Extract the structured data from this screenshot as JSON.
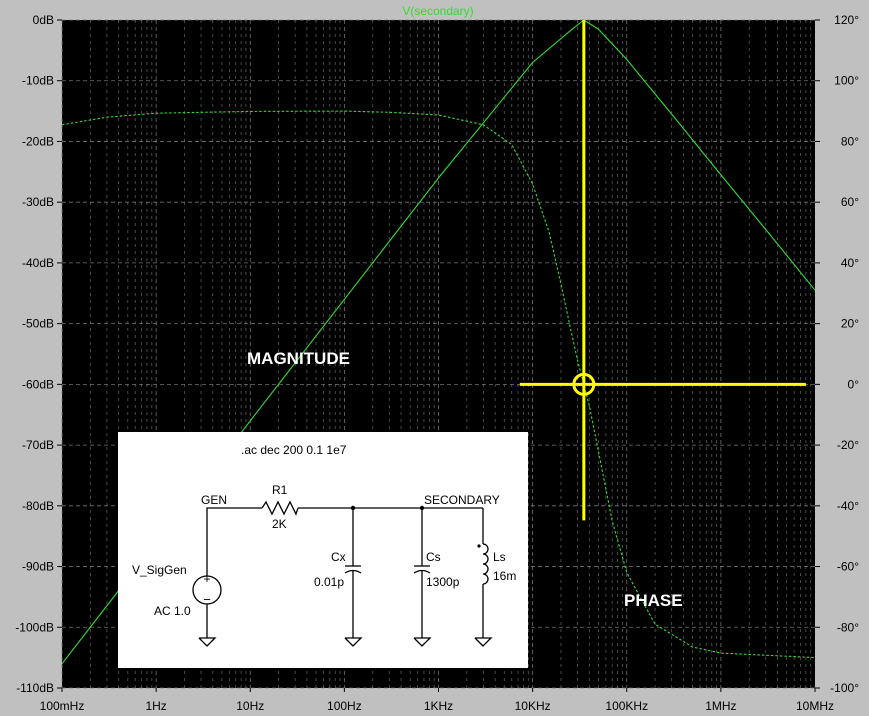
{
  "colors": {
    "frame": "#c0c0c0",
    "plot_bg": "#000000",
    "trace": "#33dd33",
    "cursor": "#ffff00",
    "grid": "#808080",
    "schematic_bg": "#ffffff"
  },
  "chart_data": {
    "type": "line",
    "title": "V(secondary)",
    "x_scale": "log",
    "xlim": [
      0.1,
      10000000
    ],
    "x_ticks": [
      {
        "value": 0.1,
        "label": "100mHz"
      },
      {
        "value": 1,
        "label": "1Hz"
      },
      {
        "value": 10,
        "label": "10Hz"
      },
      {
        "value": 100,
        "label": "100Hz"
      },
      {
        "value": 1000,
        "label": "1KHz"
      },
      {
        "value": 10000,
        "label": "10KHz"
      },
      {
        "value": 100000,
        "label": "100KHz"
      },
      {
        "value": 1000000,
        "label": "1MHz"
      },
      {
        "value": 10000000,
        "label": "10MHz"
      }
    ],
    "y_left": {
      "ylim": [
        -110,
        0
      ],
      "ticks": [
        "0dB",
        "-10dB",
        "-20dB",
        "-30dB",
        "-40dB",
        "-50dB",
        "-60dB",
        "-70dB",
        "-80dB",
        "-90dB",
        "-100dB",
        "-110dB"
      ],
      "tick_values": [
        0,
        -10,
        -20,
        -30,
        -40,
        -50,
        -60,
        -70,
        -80,
        -90,
        -100,
        -110
      ]
    },
    "y_right": {
      "ylim": [
        -100,
        120
      ],
      "ticks": [
        "120°",
        "100°",
        "80°",
        "60°",
        "40°",
        "20°",
        "0°",
        "-20°",
        "-40°",
        "-60°",
        "-80°",
        "-100°"
      ],
      "tick_values": [
        120,
        100,
        80,
        60,
        40,
        20,
        0,
        -20,
        -40,
        -60,
        -80,
        -100
      ]
    },
    "grid": true,
    "series": [
      {
        "axis": "left",
        "style": "solid",
        "points": [
          [
            0.1,
            -106
          ],
          [
            1,
            -86
          ],
          [
            10,
            -66
          ],
          [
            100,
            -46
          ],
          [
            1000,
            -26
          ],
          [
            10000,
            -7
          ],
          [
            25000,
            -1.8
          ],
          [
            35000,
            0
          ],
          [
            50000,
            -1.5
          ],
          [
            100000,
            -6.5
          ],
          [
            300000,
            -15.5
          ],
          [
            1000000,
            -25.5
          ],
          [
            3000000,
            -34.5
          ],
          [
            10000000,
            -44.5
          ]
        ]
      },
      {
        "axis": "right",
        "style": "dashed",
        "points": [
          [
            0.1,
            85.5
          ],
          [
            0.3,
            88
          ],
          [
            1,
            89.3
          ],
          [
            10,
            89.9
          ],
          [
            100,
            90
          ],
          [
            300,
            89.6
          ],
          [
            1000,
            88.7
          ],
          [
            3000,
            85.5
          ],
          [
            6000,
            79
          ],
          [
            10000,
            66
          ],
          [
            15000,
            50
          ],
          [
            20000,
            33
          ],
          [
            25000,
            19
          ],
          [
            30000,
            8
          ],
          [
            35000,
            0
          ],
          [
            40000,
            -7
          ],
          [
            50000,
            -22
          ],
          [
            70000,
            -45
          ],
          [
            100000,
            -62
          ],
          [
            200000,
            -79
          ],
          [
            500000,
            -86.5
          ],
          [
            1000000,
            -88.5
          ],
          [
            10000000,
            -90
          ]
        ]
      }
    ],
    "cursor": {
      "x": 35000,
      "y_db": 0,
      "y_phase": 0
    },
    "annotations": [
      "MAGNITUDE",
      "PHASE"
    ]
  },
  "schematic": {
    "directive": ".ac dec 200 0.1 1e7",
    "nodes": {
      "gen": "GEN",
      "secondary": "SECONDARY"
    },
    "source": {
      "name": "V_SigGen",
      "value": "AC 1.0"
    },
    "r1": {
      "name": "R1",
      "value": "2K"
    },
    "cx": {
      "name": "Cx",
      "value": "0.01p"
    },
    "cs": {
      "name": "Cs",
      "value": "1300p"
    },
    "ls": {
      "name": "Ls",
      "value": "16m"
    }
  }
}
